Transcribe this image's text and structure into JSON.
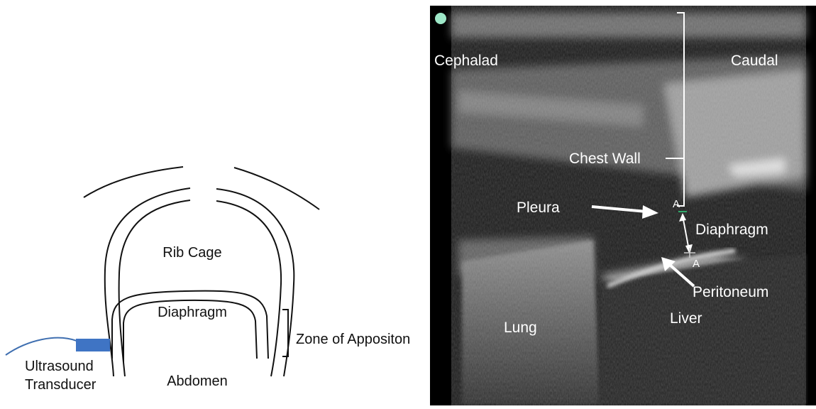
{
  "schematic": {
    "labels": {
      "rib_cage": "Rib Cage",
      "diaphragm": "Diaphragm",
      "abdomen": "Abdomen",
      "zone": "Zone of Appositon",
      "transducer_line1": "Ultrasound",
      "transducer_line2": "Transducer"
    },
    "colors": {
      "transducer": "#3f74c4",
      "cable": "#3f6fb0",
      "outline": "#111111"
    }
  },
  "ultrasound": {
    "labels": {
      "cephalad": "Cephalad",
      "caudal": "Caudal",
      "chest_wall": "Chest Wall",
      "pleura": "Pleura",
      "diaphragm": "Diaphragm",
      "peritoneum": "Peritoneum",
      "lung": "Lung",
      "liver": "Liver",
      "caliper_top": "A",
      "caliper_bottom": "A"
    },
    "colors": {
      "indicator_dot": "#9ee8c8",
      "caliper_mark": "#2fa86a",
      "text": "#ffffff"
    }
  }
}
